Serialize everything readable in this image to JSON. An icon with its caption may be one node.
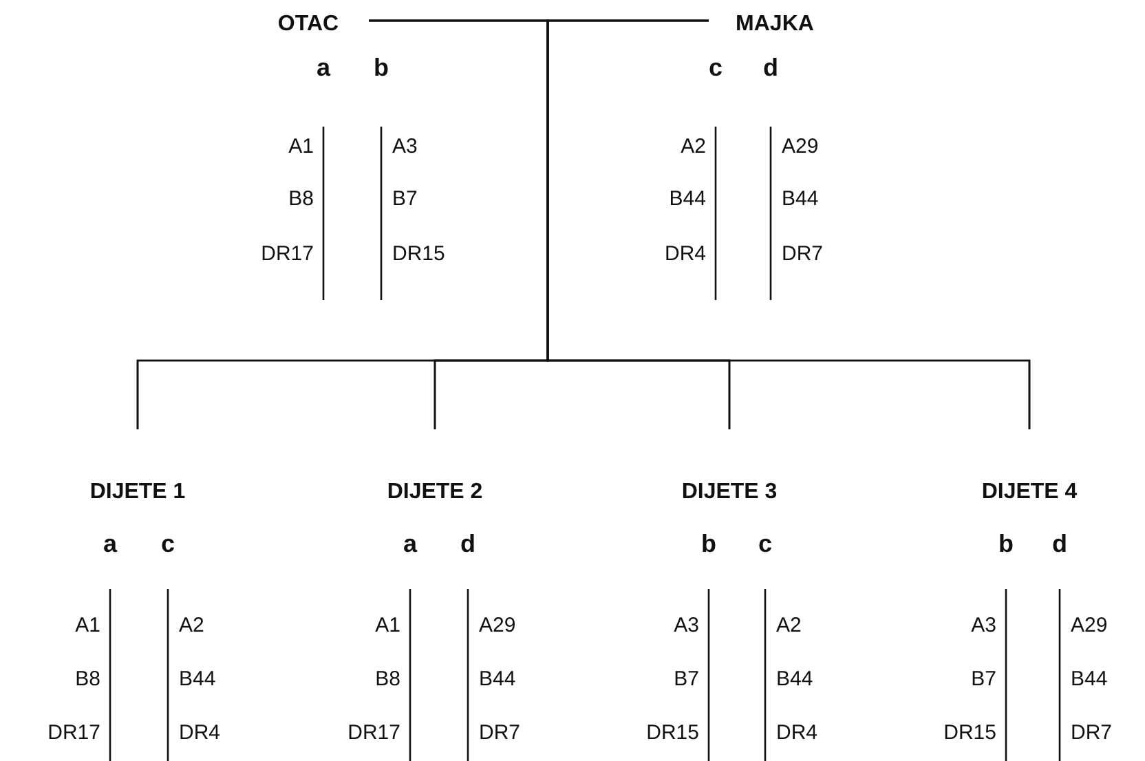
{
  "diagram": {
    "nodes": [
      {
        "text": [
          "OTAC"
        ]
      },
      {
        "text": [
          "MAJKA"
        ]
      },
      {
        "text": [
          "DIJETE 1"
        ]
      },
      {
        "text": [
          "DIJETE 2"
        ]
      },
      {
        "text": [
          "DIJETE 3"
        ]
      },
      {
        "text": [
          "DIJETE 4"
        ]
      }
    ],
    "edges": [
      {
        "from": 0,
        "to": 1,
        "arrow": "none"
      },
      {
        "from": 0,
        "to": 2,
        "arrow": "none"
      },
      {
        "from": 1,
        "to": 2,
        "arrow": "none"
      },
      {
        "from": 0,
        "to": 3,
        "arrow": "none"
      },
      {
        "from": 1,
        "to": 3,
        "arrow": "none"
      },
      {
        "from": 0,
        "to": 4,
        "arrow": "none"
      },
      {
        "from": 1,
        "to": 4,
        "arrow": "none"
      },
      {
        "from": 0,
        "to": 5,
        "arrow": "none"
      },
      {
        "from": 1,
        "to": 5,
        "arrow": "none"
      }
    ],
    "labels": [
      "a",
      "b",
      "A1",
      "B8",
      "DR17",
      "A3",
      "B7",
      "DR15",
      "c",
      "d",
      "A2",
      "B44",
      "DR4",
      "A29",
      "B44",
      "DR7",
      "a",
      "c",
      "A1",
      "B8",
      "DR17",
      "A2",
      "B44",
      "DR4",
      "a",
      "d",
      "A1",
      "B8",
      "DR17",
      "A29",
      "B44",
      "DR7",
      "b",
      "c",
      "A3",
      "B7",
      "DR15",
      "A2",
      "B44",
      "DR4",
      "b",
      "d",
      "A3",
      "B7",
      "DR15",
      "A29",
      "B44",
      "DR7"
    ]
  }
}
